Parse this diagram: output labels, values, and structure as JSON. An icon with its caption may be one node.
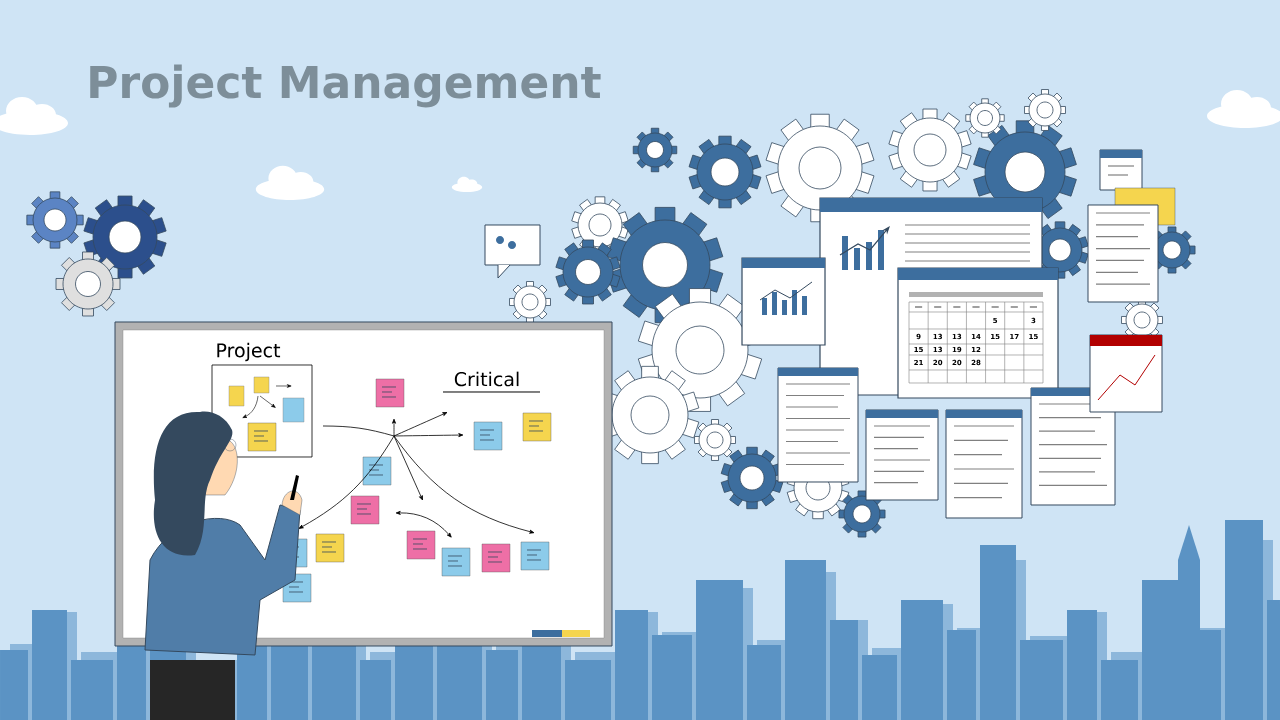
{
  "diagram": {
    "title": "Project Management",
    "labels": [
      "Project",
      "Critical",
      "5",
      "3",
      "9",
      "13",
      "13",
      "14",
      "15",
      "17",
      "15",
      "15",
      "13",
      "19",
      "12",
      "21",
      "20",
      "20",
      "28"
    ]
  }
}
